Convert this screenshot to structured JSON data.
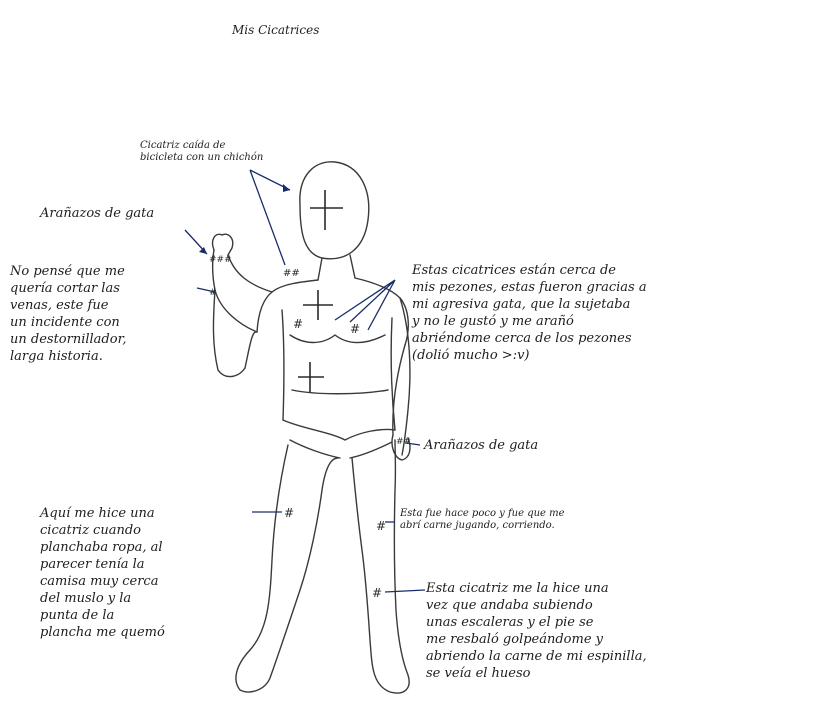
{
  "title": "Mis Cicatrices",
  "notes": {
    "bike": "Cicatriz caída de\nbicicleta con un chichón",
    "cat_scratch_hand": "Arañazos de gata",
    "wrist": "No pensé que me\nquería cortar las\nvenas, este fue\nun incidente con\nun destornillador,\nlarga historia.",
    "chest": "Estas cicatrices están cerca de\nmis pezones, estas fueron gracias a\nmi agresiva gata, que la sujetaba\ny no le gustó y me arañó\nabriéndome cerca de los pezones\n(dolió mucho >:v)",
    "cat_scratch_right": "Arañazos de gata",
    "thigh": "Aquí me hice una\ncicatriz cuando\nplanchaba ropa, al\nparecer tenía la\ncamisa muy cerca\ndel muslo y la\npunta de la\nplancha me quemó",
    "knee": "Esta fue hace poco y fue que me\nabrí carne jugando, corriendo.",
    "shin": "Esta cicatriz me la hice una\nvez que andaba subiendo\nunas escaleras y el pie se\nme resbaló golpeándome y\nabriendo la carne de mi espinilla,\nse veía el hueso"
  }
}
